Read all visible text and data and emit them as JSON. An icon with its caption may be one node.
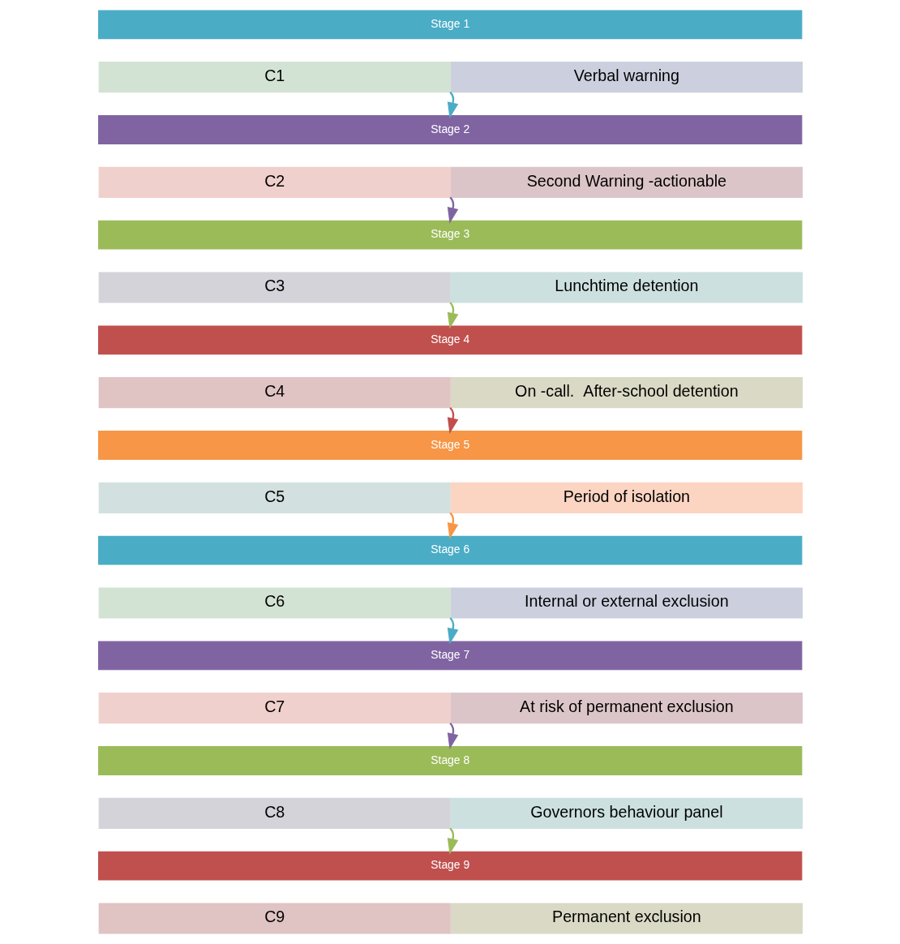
{
  "diagram": {
    "nodes": [
      {
        "text": [
          "Stage 1"
        ]
      },
      {
        "text": [
          "C1"
        ]
      },
      {
        "text": [
          "Verbal warning"
        ]
      },
      {
        "text": [
          "Stage 2"
        ]
      },
      {
        "text": [
          "C2"
        ]
      },
      {
        "text": [
          "Second Warning -actionable"
        ]
      },
      {
        "text": [
          "Stage 3"
        ]
      },
      {
        "text": [
          "C3"
        ]
      },
      {
        "text": [
          "Lunchtime detention"
        ]
      },
      {
        "text": [
          "Stage 4"
        ]
      },
      {
        "text": [
          "C4"
        ]
      },
      {
        "text": [
          "On -call.  After-school detention"
        ]
      },
      {
        "text": [
          "Stage 5"
        ]
      },
      {
        "text": [
          "C5"
        ]
      },
      {
        "text": [
          "Period of isolation"
        ]
      },
      {
        "text": [
          "Stage 6"
        ]
      },
      {
        "text": [
          "C6"
        ]
      },
      {
        "text": [
          "Internal or external exclusion"
        ]
      },
      {
        "text": [
          "Stage 7"
        ]
      },
      {
        "text": [
          "C7"
        ]
      },
      {
        "text": [
          "At risk of permanent exclusion"
        ]
      },
      {
        "text": [
          "Stage 8"
        ]
      },
      {
        "text": [
          "C8"
        ]
      },
      {
        "text": [
          "Governors behaviour panel"
        ]
      },
      {
        "text": [
          "Stage 9"
        ]
      },
      {
        "text": [
          "C9"
        ]
      },
      {
        "text": [
          "Permanent exclusion"
        ]
      }
    ],
    "edges": [
      {
        "from": 1,
        "to": 3,
        "arrow": "to",
        "color": "#4bacc6"
      },
      {
        "from": 4,
        "to": 6,
        "arrow": "to",
        "color": "#8064a2"
      },
      {
        "from": 7,
        "to": 9,
        "arrow": "to",
        "color": "#9bbb59"
      },
      {
        "from": 10,
        "to": 12,
        "arrow": "to",
        "color": "#c0504d"
      },
      {
        "from": 13,
        "to": 15,
        "arrow": "to",
        "color": "#f79646"
      },
      {
        "from": 16,
        "to": 18,
        "arrow": "to",
        "color": "#4bacc6"
      },
      {
        "from": 19,
        "to": 21,
        "arrow": "to",
        "color": "#8064a2"
      },
      {
        "from": 22,
        "to": 24,
        "arrow": "to",
        "color": "#9bbb59"
      }
    ]
  }
}
